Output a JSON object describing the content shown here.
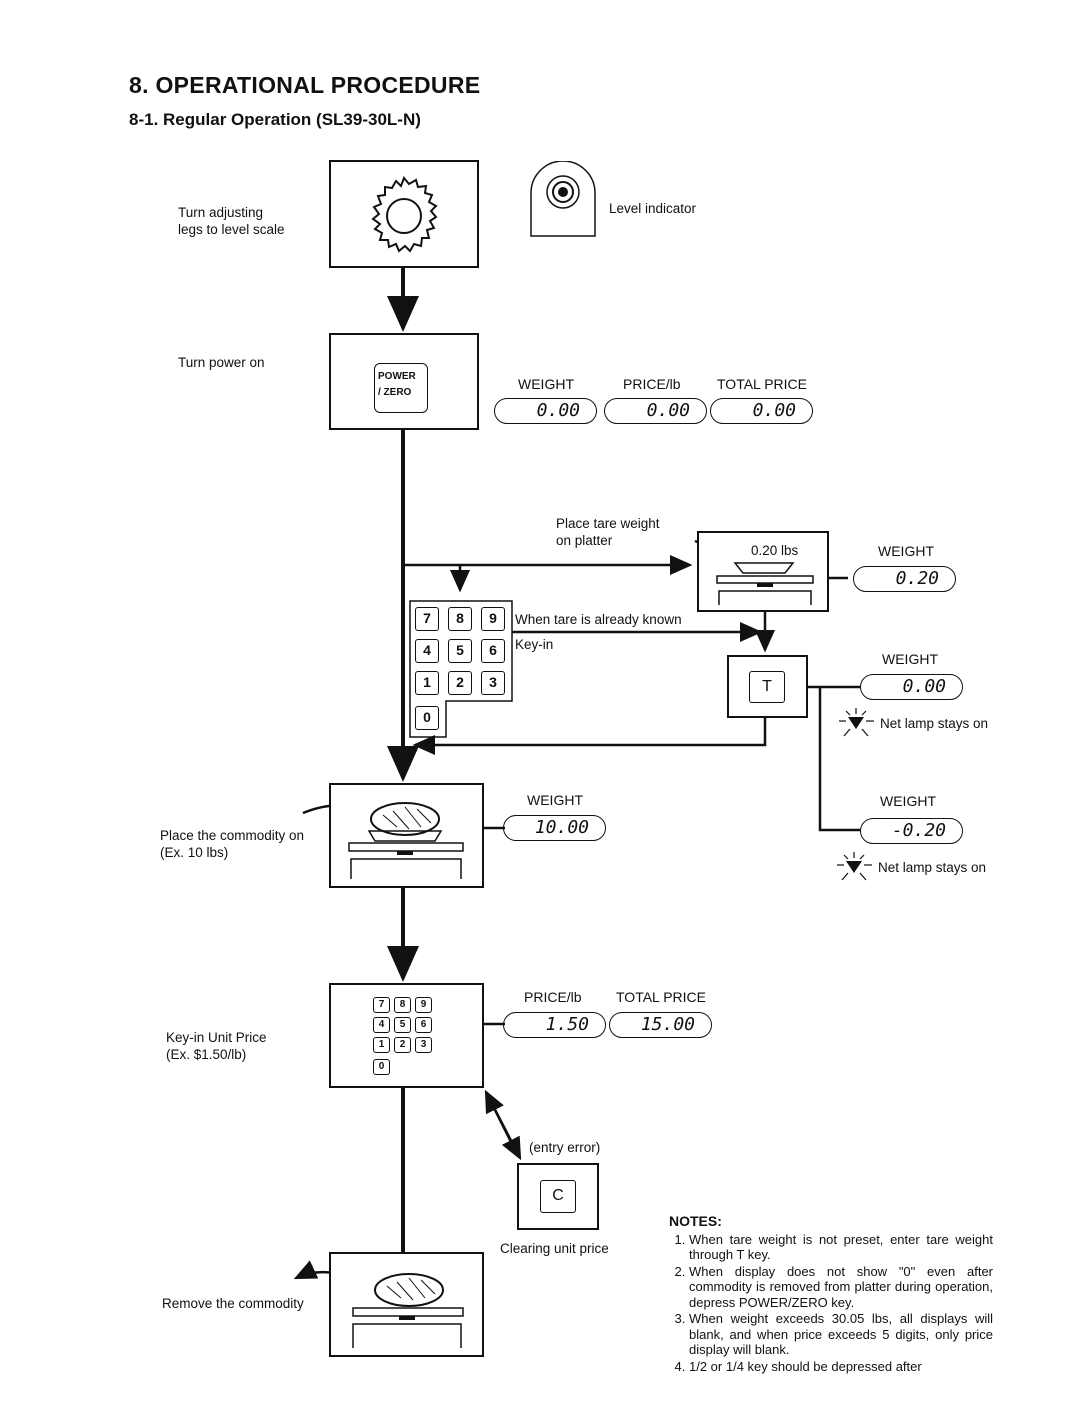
{
  "header": {
    "title": "8. OPERATIONAL PROCEDURE",
    "subtitle": "8-1. Regular Operation (SL39-30L-N)"
  },
  "steps": {
    "level": {
      "label": "Turn adjusting\nlegs to level scale",
      "indicator_label": "Level indicator"
    },
    "power": {
      "label": "Turn power on",
      "key_text": "POWER\n/ ZERO"
    },
    "tare_place": {
      "label": "Place tare weight\non platter",
      "scale_reading": "0.20 lbs"
    },
    "tare_known": {
      "label": "When tare is already known",
      "keyin_label": "Key-in"
    },
    "tare_key": {
      "key_text": "T"
    },
    "commodity": {
      "label": "Place the commodity on\n(Ex. 10 lbs)"
    },
    "unit_price": {
      "label": "Key-in Unit Price\n(Ex. $1.50/lb)"
    },
    "entry_error": {
      "label": "(entry error)",
      "key_text": "C",
      "caption": "Clearing unit price"
    },
    "remove": {
      "label": "Remove the commodity"
    }
  },
  "displays": {
    "power_on": {
      "weight_label": "WEIGHT",
      "price_label": "PRICE/lb",
      "total_label": "TOTAL PRICE",
      "weight": "0.00",
      "price": "0.00",
      "total": "0.00"
    },
    "tare": {
      "weight_label": "WEIGHT",
      "weight": "0.20"
    },
    "after_t": {
      "weight_label": "WEIGHT",
      "weight": "0.00",
      "lamp_text": "Net lamp stays on"
    },
    "removed": {
      "weight_label": "WEIGHT",
      "weight": "-0.20",
      "lamp_text": "Net lamp stays on"
    },
    "commodity": {
      "weight_label": "WEIGHT",
      "weight": "10.00"
    },
    "unit_price": {
      "price_label": "PRICE/lb",
      "total_label": "TOTAL PRICE",
      "price": "1.50",
      "total": "15.00"
    }
  },
  "keypad": {
    "keys": [
      "7",
      "8",
      "9",
      "4",
      "5",
      "6",
      "1",
      "2",
      "3",
      "0"
    ]
  },
  "notes": {
    "title": "NOTES:",
    "items": [
      "When tare weight is not preset, enter tare weight through T key.",
      "When display does not show \"0\" even after commodity is removed from platter during operation, depress POWER/ZERO key.",
      "When weight exceeds 30.05 lbs, all displays will blank, and when price exceeds 5 digits, only price display will blank.",
      "1/2 or 1/4 key should be depressed after"
    ]
  }
}
